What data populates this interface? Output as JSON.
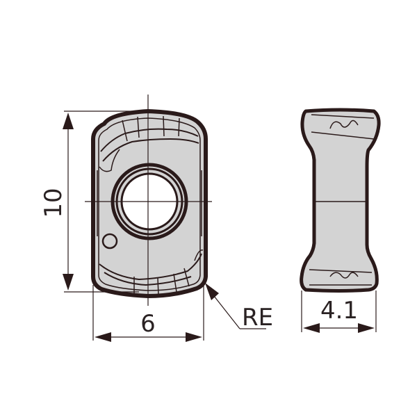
{
  "drawing": {
    "title": "Cutting insert dimension drawing",
    "views": [
      "top-view",
      "side-view"
    ],
    "dimensions": {
      "length": "10",
      "width": "6",
      "thickness": "4.1",
      "corner_radius": "RE"
    },
    "colors": {
      "outline": "#2a1a1a",
      "fill": "#d3d3d3",
      "hole": "#ffffff",
      "background": "#ffffff"
    }
  }
}
